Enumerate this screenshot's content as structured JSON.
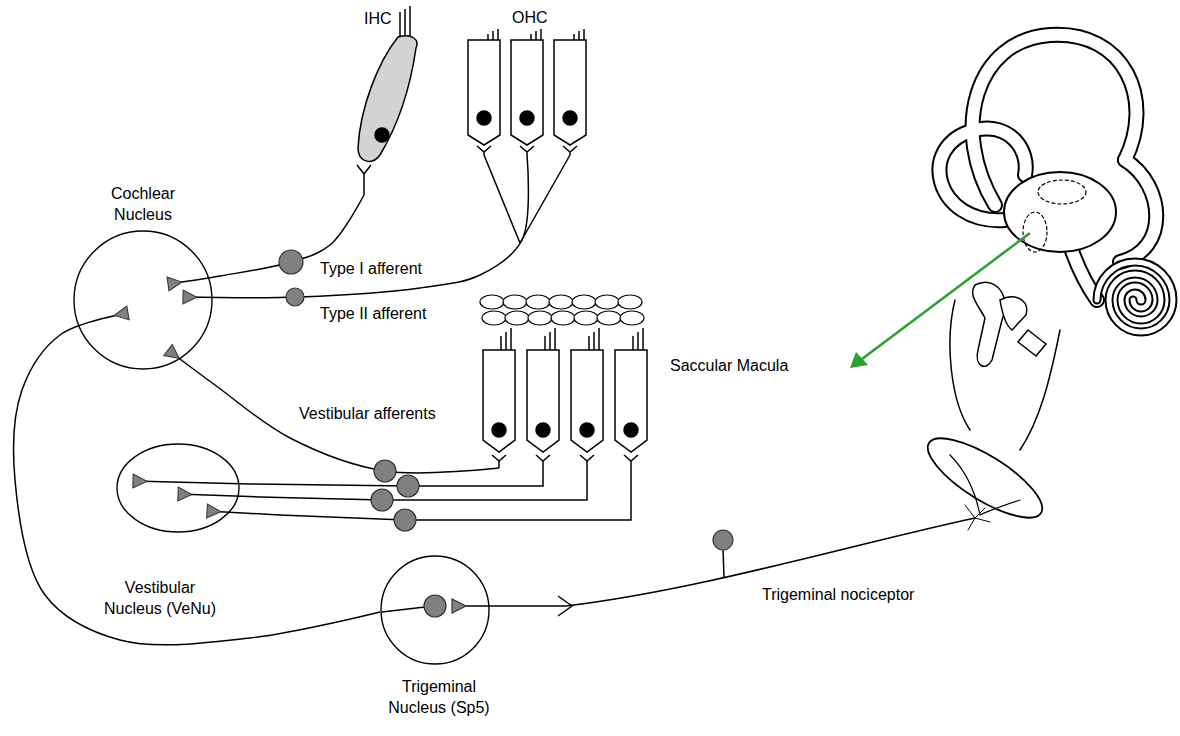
{
  "diagram": {
    "nodes": [
      {
        "text": [
          "Cochlear Nucleus"
        ]
      },
      {
        "text": [
          "IHC"
        ]
      },
      {
        "text": [
          "OHC"
        ]
      },
      {
        "text": [
          "Saccular Macula"
        ]
      },
      {
        "text": [
          "Vestibular Nucleus (VeNu)"
        ]
      },
      {
        "text": [
          "Trigeminal Nucleus (Sp5)"
        ]
      }
    ],
    "edges": [
      {
        "from": 1,
        "to": 0,
        "arrow": "to",
        "label": "Type I afferent"
      },
      {
        "from": 2,
        "to": 0,
        "arrow": "to",
        "label": "Type II afferent"
      },
      {
        "from": 3,
        "to": 0,
        "arrow": "to"
      },
      {
        "from": 3,
        "to": 4,
        "arrow": "to"
      },
      {
        "from": 5,
        "to": 0,
        "arrow": "to"
      }
    ],
    "labels": [
      "Vestibular afferents",
      "Trigeminal nociceptor"
    ]
  }
}
